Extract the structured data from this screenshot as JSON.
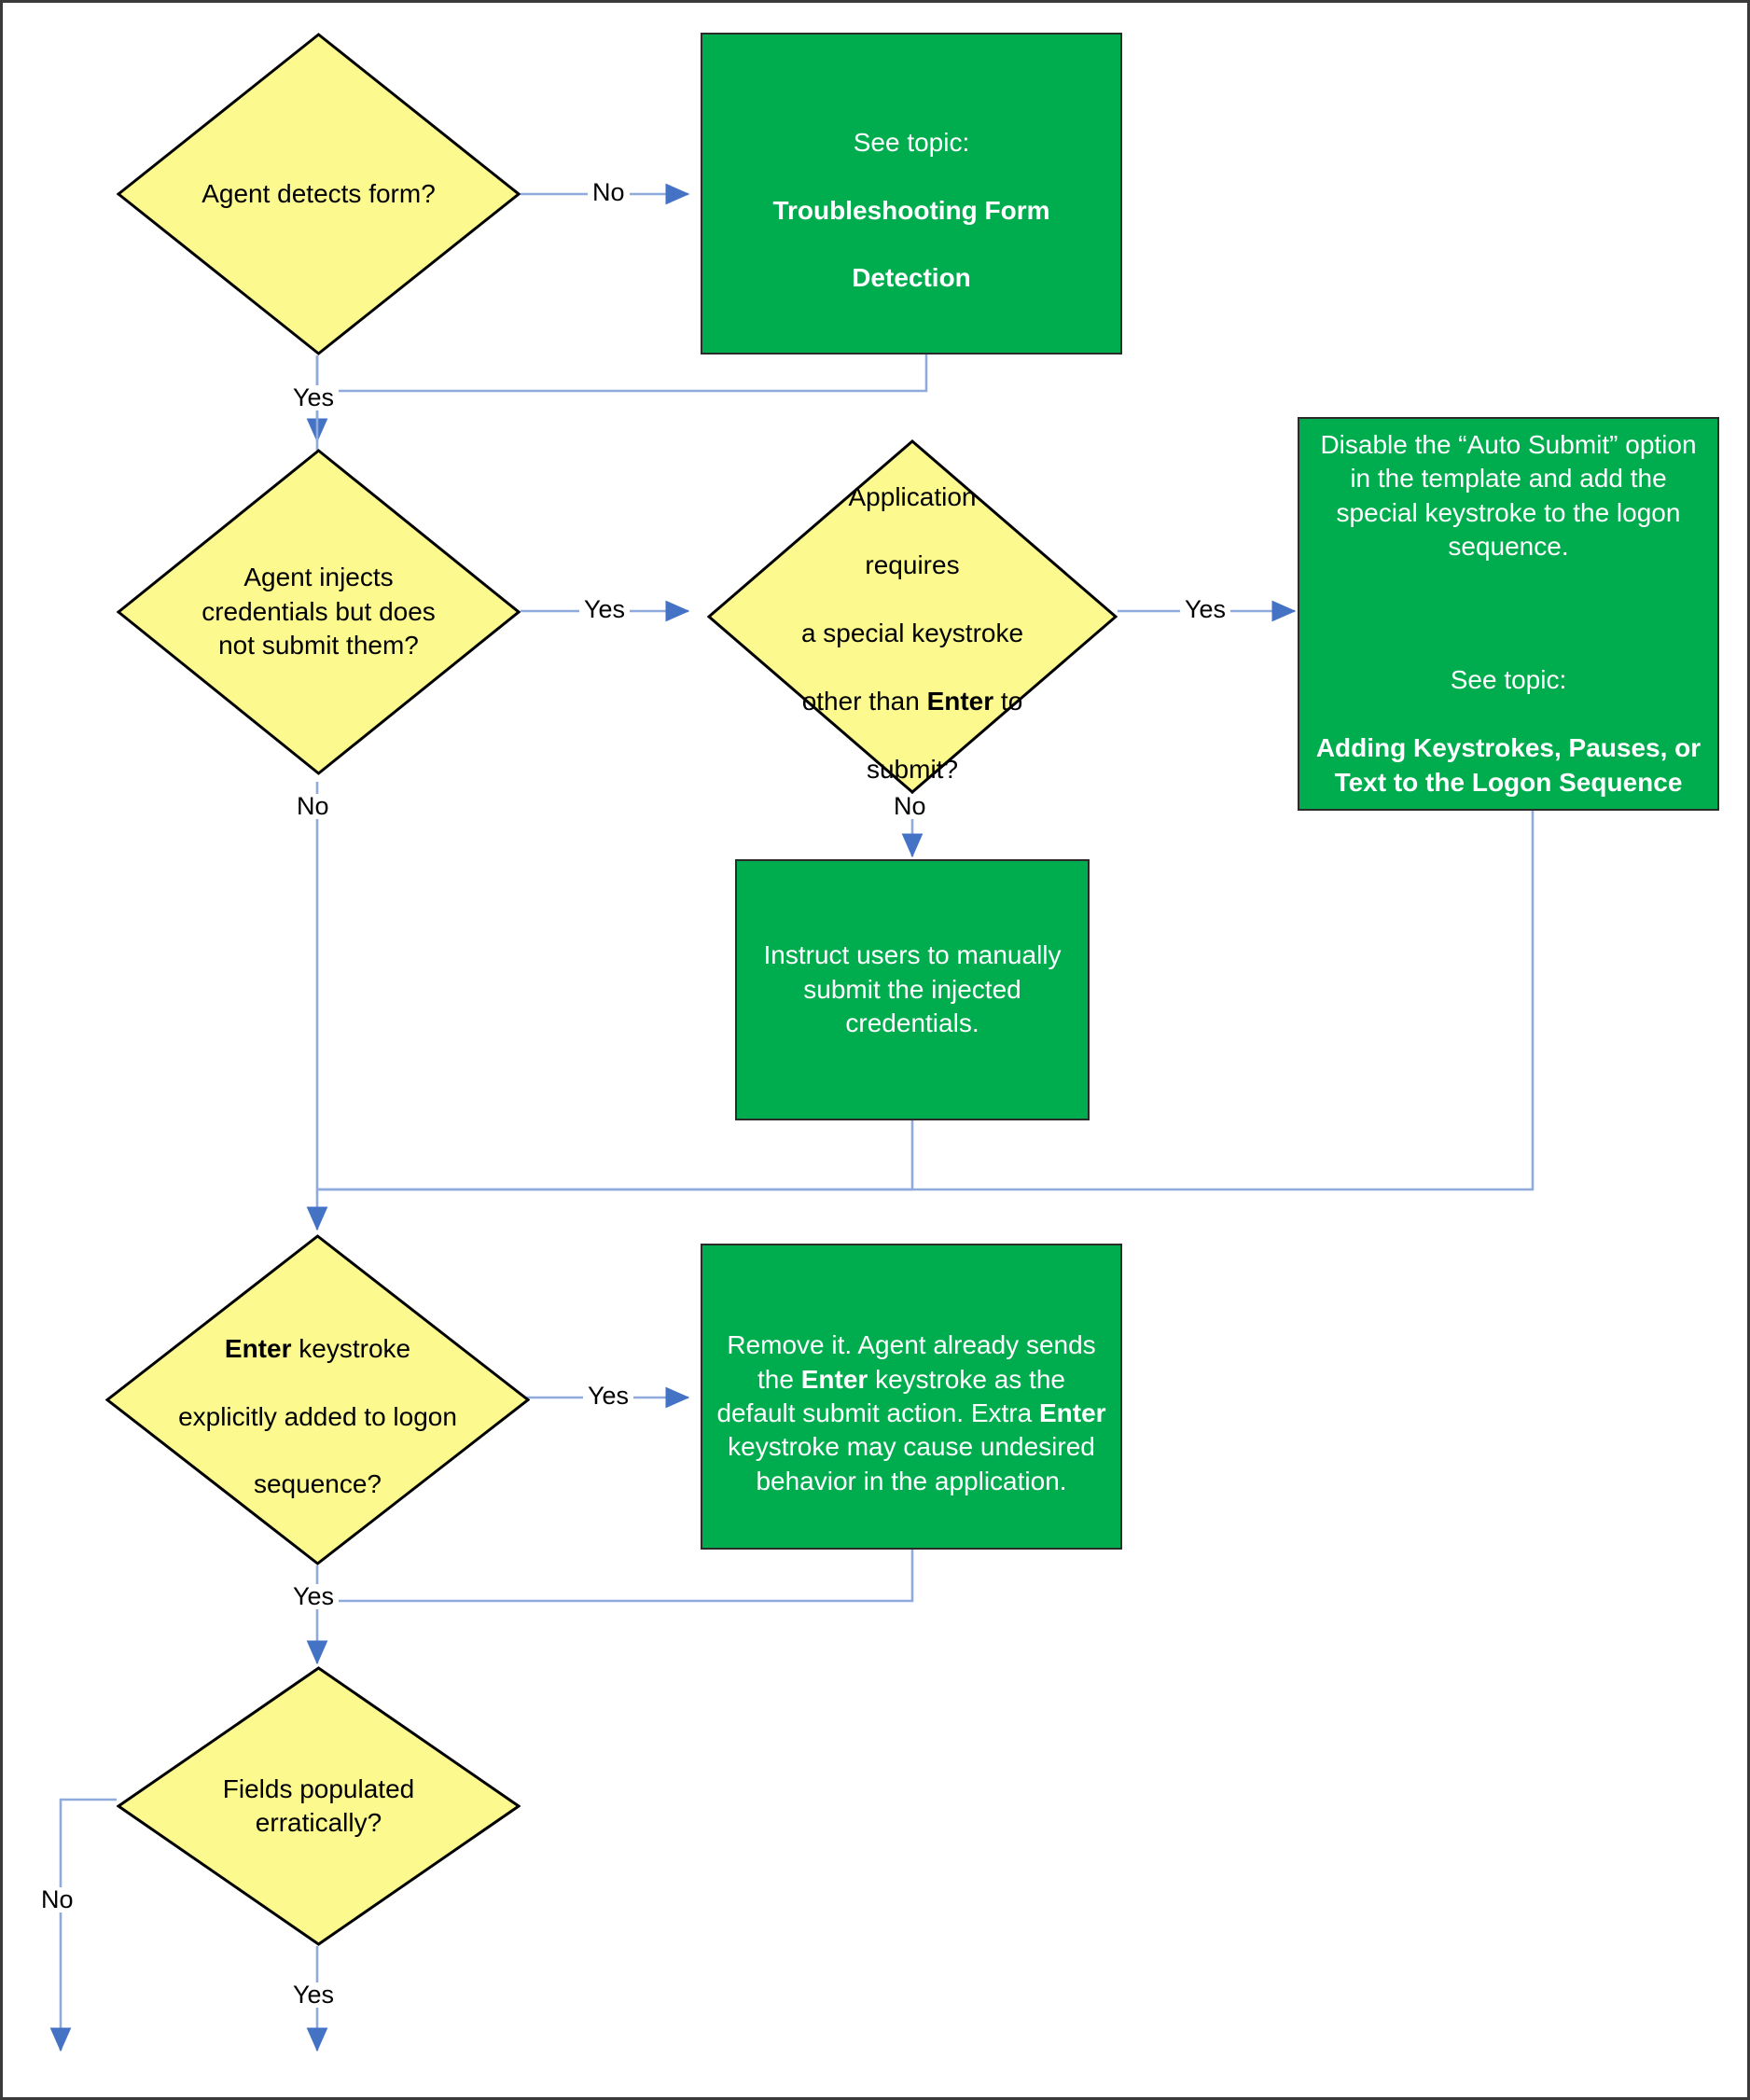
{
  "diagram": {
    "title": "Form Submission Troubleshooting Flowchart",
    "colors": {
      "decision_fill": "#FCF98F",
      "decision_stroke": "#000000",
      "process_fill": "#00AD4E",
      "process_stroke": "#2b2b2b",
      "connector_line": "#8FAADC",
      "connector_arrow": "#4472C4",
      "page_border": "#3a3a3a",
      "process_text": "#FFFFFF",
      "decision_text": "#000000"
    },
    "nodes": [
      {
        "id": "agent-detects-form",
        "type": "decision",
        "text": "Agent detects form?"
      },
      {
        "id": "troubleshooting-form-detection",
        "type": "process",
        "line1": "See topic:",
        "line2": "Troubleshooting Form",
        "line3": "Detection"
      },
      {
        "id": "agent-injects-credentials",
        "type": "decision",
        "text": "Agent injects\ncredentials but does\nnot submit them?"
      },
      {
        "id": "application-requires-special-keystroke",
        "type": "decision",
        "line1": "Application",
        "line2": "requires",
        "line3": "a special keystroke",
        "line4a": "other than ",
        "line4b": "Enter",
        "line4c": " to",
        "line5": "submit?"
      },
      {
        "id": "disable-auto-submit",
        "type": "process",
        "para1": "Disable the “Auto Submit” option in the template and add the special keystroke to the logon sequence.",
        "para2": "See topic:",
        "para3": "Adding Keystrokes, Pauses, or Text to the Logon Sequence"
      },
      {
        "id": "instruct-users-manual-submit",
        "type": "process",
        "text": "Instruct users to manually submit the injected credentials."
      },
      {
        "id": "enter-keystroke-explicitly-added",
        "type": "decision",
        "line1a": "Enter",
        "line1b": " keystroke",
        "line2": "explicitly added to logon",
        "line3": "sequence?"
      },
      {
        "id": "remove-extra-enter",
        "type": "process",
        "seg1": "Remove it. Agent already sends the ",
        "seg2": "Enter",
        "seg3": " keystroke as the default submit action. Extra ",
        "seg4": "Enter",
        "seg5": " keystroke may cause undesired behavior in the application."
      },
      {
        "id": "fields-populated-erratically",
        "type": "decision",
        "text": "Fields populated\nerratically?"
      }
    ],
    "edge_labels": {
      "detect_no": "No",
      "detect_yes": "Yes",
      "inject_yes": "Yes",
      "inject_no": "No",
      "special_yes": "Yes",
      "special_no": "No",
      "enter_yes_right": "Yes",
      "enter_yes_down": "Yes",
      "fields_no": "No",
      "fields_yes": "Yes"
    }
  }
}
